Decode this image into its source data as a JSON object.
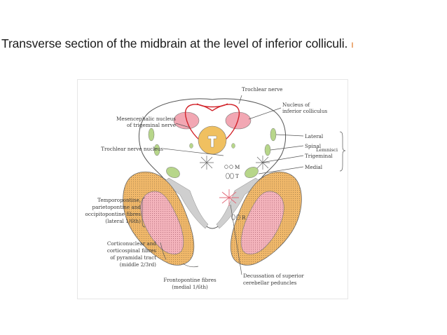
{
  "title": "Transverse section of the midbrain at the level of inferior colliculi.",
  "title_mark": "ı",
  "figure": {
    "labels": {
      "trochlear_nerve": "Trochlear nerve",
      "mesencephalic_1": "Mesencephalic nucleus",
      "mesencephalic_2": "of trigeminal nerve",
      "trochlear_nucleus": "Trochlear nerve nucleus",
      "inferior_colliculus_1": "Nucleus of",
      "inferior_colliculus_2": "inferior colliculus",
      "lateral": "Lateral",
      "spinal": "Spinal",
      "trigeminal": "Trigeminal",
      "medial": "Medial",
      "lemnisci": "Lemnisci",
      "temporo_1": "Temporopontine,",
      "temporo_2": "parietopontine and",
      "temporo_3": "occipitopontine fibres",
      "temporo_4": "(lateral 1/6th)",
      "cortico_1": "Corticonuclear and",
      "cortico_2": "corticospinal fibres",
      "cortico_3": "of pyramidal tract",
      "cortico_4": "(middle 2/3rd)",
      "fronto_1": "Frontopontine fibres",
      "fronto_2": "(medial 1/6th)",
      "decussation_1": "Decussation of superior",
      "decussation_2": "cerebellar peduncles",
      "letter_t": "T",
      "letter_m": "M",
      "letter_t2": "T",
      "letter_r": "R"
    },
    "colors": {
      "outline": "#555555",
      "colliculus": "#f2a7b3",
      "peduncle_outer": "#f0b86a",
      "peduncle_inner": "#f4b4bc",
      "nucleus": "#b7d68a",
      "trochlear_fibre": "#d2232a",
      "aqueduct_ring": "#f0c060",
      "grey_band": "#c8c8c8"
    }
  }
}
